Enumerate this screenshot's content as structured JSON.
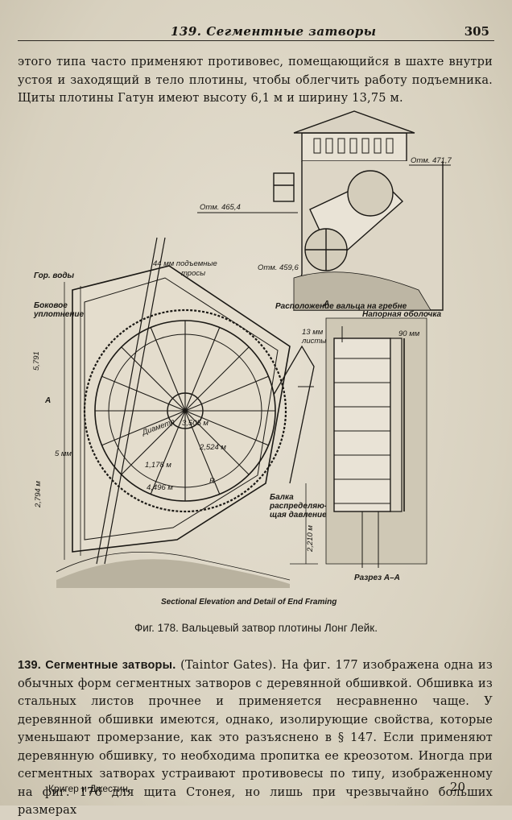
{
  "header": {
    "title": "139. Сегментные затворы",
    "page_number": "305"
  },
  "paragraph_top": "этого типа часто применяют противовес, помещающийся в шахте внутри устоя и заходящий в тело плотины, чтобы облегчить работу подъемника. Щиты плотины Гатун имеют высоту 6,1 м и ширину 13,75 м.",
  "figure": {
    "labels": {
      "otm_471": "Отм. 471,7",
      "otm_465": "Отм. 465,4",
      "otm_459": "Отм. 459,6",
      "troses": "44 мм подъемные",
      "troses2": "тросы",
      "gor_vody": "Гор. воды",
      "bokovoe": "Боковое",
      "uplotnenie": "уплотнение",
      "dim_5791": "5,791",
      "dim_5mm": "5 мм",
      "dim_2794": "2,794 м",
      "dim_3505": "3,505 м",
      "dim_2524": "2,524 м",
      "dim_1178": "1,178 м",
      "dim_4496": "4,496 м",
      "diametr": "Диаметр",
      "r_label": "R",
      "a_left": "А",
      "balka1": "Балка",
      "balka2": "распределяю-",
      "balka3": "щая давление",
      "dim_2210": "2,210 м",
      "raspolozhenie": "Расположение вальца на гребне",
      "napornaya": "Напорная оболочка",
      "mm13": "13 мм",
      "listy": "листы",
      "mm90": "90 мм",
      "a_right": "А",
      "razrez": "Разрез А–А",
      "english": "Sectional Elevation and Detail of End Framing"
    }
  },
  "caption": "Фиг. 178. Вальцевый затвор плотины Лонг Лейк.",
  "section": {
    "heading": "139. Сегментные затворы.",
    "text": " (Taintor Gates). На фиг. 177 изображена одна из обычных форм сегментных затворов с деревянной обшивкой. Обшивка из стальных листов прочнее и применяется несравненно чаще. У деревянной обшивки имеются, однако, изолирующие свойства, которые уменьшают промерзание, как это разъяснено в § 147. Если применяют деревянную обшивку, то необходима пропитка ее креозотом. Иногда при сегментных затворах устраивают противовесы по типу, изображенному на фиг. 176 для щита Стонея, но лишь при чрезвычайно больших размерах"
  },
  "footer": {
    "left": "Кригер и Джестин.",
    "right": "20"
  }
}
